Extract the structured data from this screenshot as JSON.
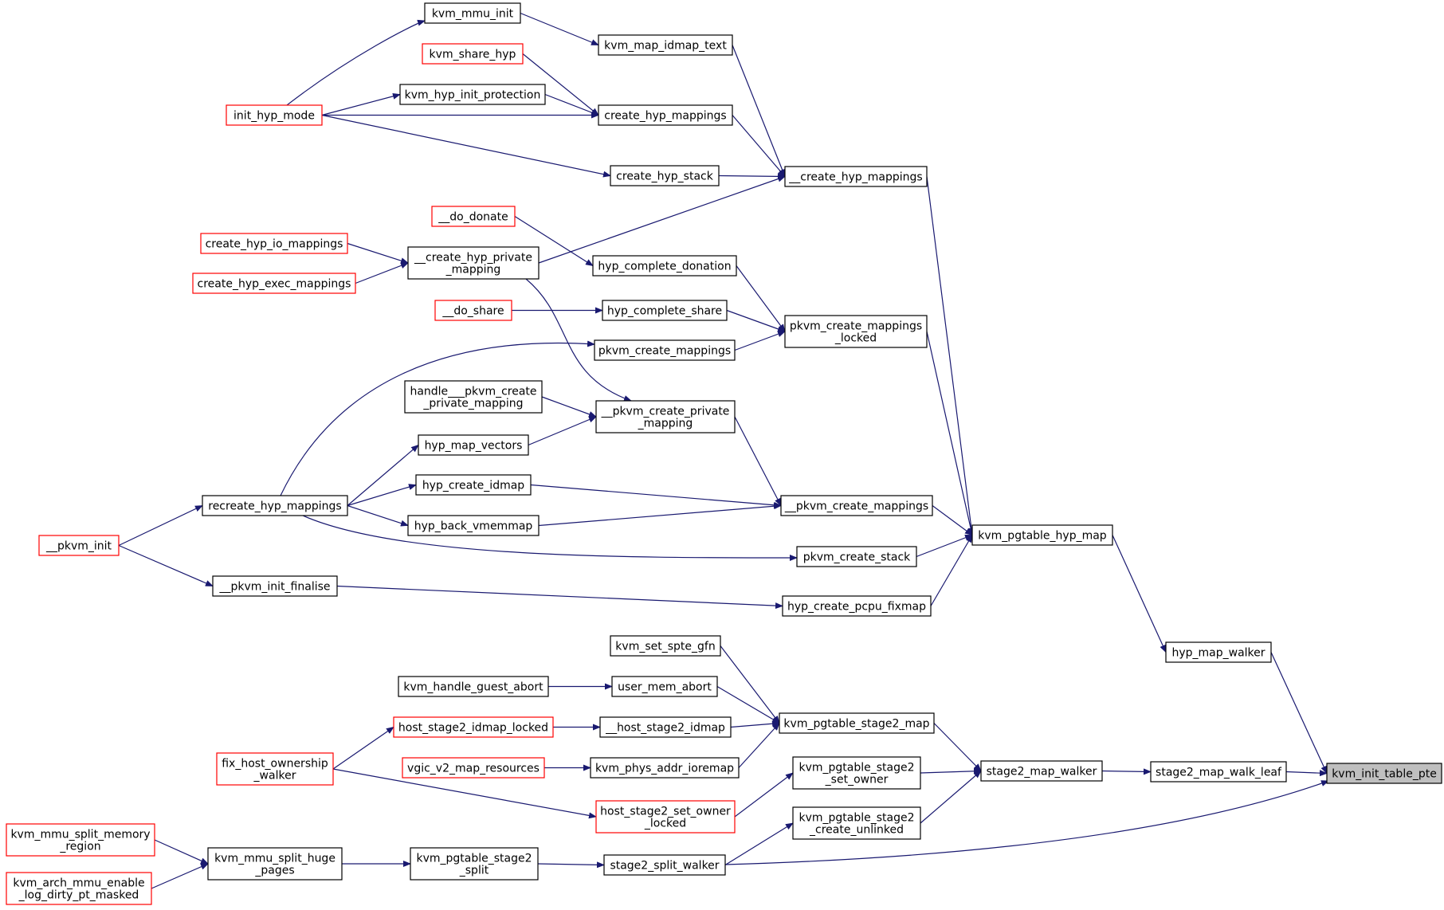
{
  "colors": {
    "node_border": "#000000",
    "external_border": "#ff0000",
    "focus_fill": "#bfbfbf",
    "edge": "#191970"
  },
  "nodes": [
    {
      "id": "kvm_init_table_pte",
      "lines": [
        "kvm_init_table_pte"
      ],
      "kind": "focus"
    },
    {
      "id": "hyp_map_walker",
      "lines": [
        "hyp_map_walker"
      ],
      "kind": "normal"
    },
    {
      "id": "stage2_map_walk_leaf",
      "lines": [
        "stage2_map_walk_leaf"
      ],
      "kind": "normal"
    },
    {
      "id": "stage2_split_walker",
      "lines": [
        "stage2_split_walker"
      ],
      "kind": "normal"
    },
    {
      "id": "kvm_pgtable_hyp_map",
      "lines": [
        "kvm_pgtable_hyp_map"
      ],
      "kind": "normal"
    },
    {
      "id": "stage2_map_walker",
      "lines": [
        "stage2_map_walker"
      ],
      "kind": "normal"
    },
    {
      "id": "__create_hyp_mappings",
      "lines": [
        "__create_hyp_mappings"
      ],
      "kind": "normal"
    },
    {
      "id": "pkvm_create_mappings_locked",
      "lines": [
        "pkvm_create_mappings",
        "_locked"
      ],
      "kind": "normal"
    },
    {
      "id": "__pkvm_create_mappings",
      "lines": [
        "__pkvm_create_mappings"
      ],
      "kind": "normal"
    },
    {
      "id": "pkvm_create_stack",
      "lines": [
        "pkvm_create_stack"
      ],
      "kind": "normal"
    },
    {
      "id": "hyp_create_pcpu_fixmap",
      "lines": [
        "hyp_create_pcpu_fixmap"
      ],
      "kind": "normal"
    },
    {
      "id": "kvm_pgtable_stage2_map",
      "lines": [
        "kvm_pgtable_stage2_map"
      ],
      "kind": "normal"
    },
    {
      "id": "kvm_pgtable_stage2_set_owner",
      "lines": [
        "kvm_pgtable_stage2",
        "_set_owner"
      ],
      "kind": "normal"
    },
    {
      "id": "kvm_pgtable_stage2_create_unlinked",
      "lines": [
        "kvm_pgtable_stage2",
        "_create_unlinked"
      ],
      "kind": "normal"
    },
    {
      "id": "kvm_mmu_init",
      "lines": [
        "kvm_mmu_init"
      ],
      "kind": "normal"
    },
    {
      "id": "kvm_map_idmap_text",
      "lines": [
        "kvm_map_idmap_text"
      ],
      "kind": "normal"
    },
    {
      "id": "kvm_share_hyp",
      "lines": [
        "kvm_share_hyp"
      ],
      "kind": "external"
    },
    {
      "id": "kvm_hyp_init_protection",
      "lines": [
        "kvm_hyp_init_protection"
      ],
      "kind": "normal"
    },
    {
      "id": "create_hyp_mappings",
      "lines": [
        "create_hyp_mappings"
      ],
      "kind": "normal"
    },
    {
      "id": "init_hyp_mode",
      "lines": [
        "init_hyp_mode"
      ],
      "kind": "external"
    },
    {
      "id": "create_hyp_stack",
      "lines": [
        "create_hyp_stack"
      ],
      "kind": "normal"
    },
    {
      "id": "__do_donate",
      "lines": [
        "__do_donate"
      ],
      "kind": "external"
    },
    {
      "id": "__create_hyp_private_mapping",
      "lines": [
        "__create_hyp_private",
        "_mapping"
      ],
      "kind": "normal"
    },
    {
      "id": "create_hyp_io_mappings",
      "lines": [
        "create_hyp_io_mappings"
      ],
      "kind": "external"
    },
    {
      "id": "create_hyp_exec_mappings",
      "lines": [
        "create_hyp_exec_mappings"
      ],
      "kind": "external"
    },
    {
      "id": "hyp_complete_donation",
      "lines": [
        "hyp_complete_donation"
      ],
      "kind": "normal"
    },
    {
      "id": "__do_share",
      "lines": [
        "__do_share"
      ],
      "kind": "external"
    },
    {
      "id": "hyp_complete_share",
      "lines": [
        "hyp_complete_share"
      ],
      "kind": "normal"
    },
    {
      "id": "pkvm_create_mappings",
      "lines": [
        "pkvm_create_mappings"
      ],
      "kind": "normal"
    },
    {
      "id": "handle___pkvm_create_private_mapping",
      "lines": [
        "handle___pkvm_create",
        "_private_mapping"
      ],
      "kind": "normal"
    },
    {
      "id": "__pkvm_create_private_mapping",
      "lines": [
        "__pkvm_create_private",
        "_mapping"
      ],
      "kind": "normal"
    },
    {
      "id": "hyp_map_vectors",
      "lines": [
        "hyp_map_vectors"
      ],
      "kind": "normal"
    },
    {
      "id": "hyp_create_idmap",
      "lines": [
        "hyp_create_idmap"
      ],
      "kind": "normal"
    },
    {
      "id": "recreate_hyp_mappings",
      "lines": [
        "recreate_hyp_mappings"
      ],
      "kind": "normal"
    },
    {
      "id": "hyp_back_vmemmap",
      "lines": [
        "hyp_back_vmemmap"
      ],
      "kind": "normal"
    },
    {
      "id": "__pkvm_init",
      "lines": [
        "__pkvm_init"
      ],
      "kind": "external"
    },
    {
      "id": "__pkvm_init_finalise",
      "lines": [
        "__pkvm_init_finalise"
      ],
      "kind": "normal"
    },
    {
      "id": "kvm_set_spte_gfn",
      "lines": [
        "kvm_set_spte_gfn"
      ],
      "kind": "normal"
    },
    {
      "id": "kvm_handle_guest_abort",
      "lines": [
        "kvm_handle_guest_abort"
      ],
      "kind": "normal"
    },
    {
      "id": "user_mem_abort",
      "lines": [
        "user_mem_abort"
      ],
      "kind": "normal"
    },
    {
      "id": "host_stage2_idmap_locked",
      "lines": [
        "host_stage2_idmap_locked"
      ],
      "kind": "external"
    },
    {
      "id": "__host_stage2_idmap",
      "lines": [
        "__host_stage2_idmap"
      ],
      "kind": "normal"
    },
    {
      "id": "fix_host_ownership_walker",
      "lines": [
        "fix_host_ownership",
        "_walker"
      ],
      "kind": "external"
    },
    {
      "id": "vgic_v2_map_resources",
      "lines": [
        "vgic_v2_map_resources"
      ],
      "kind": "external"
    },
    {
      "id": "kvm_phys_addr_ioremap",
      "lines": [
        "kvm_phys_addr_ioremap"
      ],
      "kind": "normal"
    },
    {
      "id": "host_stage2_set_owner_locked",
      "lines": [
        "host_stage2_set_owner",
        "_locked"
      ],
      "kind": "external"
    },
    {
      "id": "kvm_mmu_split_memory_region",
      "lines": [
        "kvm_mmu_split_memory",
        "_region"
      ],
      "kind": "external"
    },
    {
      "id": "kvm_arch_mmu_enable_log_dirty_pt_masked",
      "lines": [
        "kvm_arch_mmu_enable",
        "_log_dirty_pt_masked"
      ],
      "kind": "external"
    },
    {
      "id": "kvm_mmu_split_huge_pages",
      "lines": [
        "kvm_mmu_split_huge",
        "_pages"
      ],
      "kind": "normal"
    },
    {
      "id": "kvm_pgtable_stage2_split",
      "lines": [
        "kvm_pgtable_stage2",
        "_split"
      ],
      "kind": "normal"
    }
  ],
  "edges": [
    {
      "from": "hyp_map_walker",
      "to": "kvm_init_table_pte"
    },
    {
      "from": "stage2_map_walk_leaf",
      "to": "kvm_init_table_pte"
    },
    {
      "from": "stage2_split_walker",
      "to": "kvm_init_table_pte"
    },
    {
      "from": "kvm_pgtable_hyp_map",
      "to": "hyp_map_walker"
    },
    {
      "from": "stage2_map_walker",
      "to": "stage2_map_walk_leaf"
    },
    {
      "from": "__create_hyp_mappings",
      "to": "kvm_pgtable_hyp_map"
    },
    {
      "from": "pkvm_create_mappings_locked",
      "to": "kvm_pgtable_hyp_map"
    },
    {
      "from": "__pkvm_create_mappings",
      "to": "kvm_pgtable_hyp_map"
    },
    {
      "from": "pkvm_create_stack",
      "to": "kvm_pgtable_hyp_map"
    },
    {
      "from": "hyp_create_pcpu_fixmap",
      "to": "kvm_pgtable_hyp_map"
    },
    {
      "from": "kvm_pgtable_stage2_map",
      "to": "stage2_map_walker"
    },
    {
      "from": "kvm_pgtable_stage2_set_owner",
      "to": "stage2_map_walker"
    },
    {
      "from": "kvm_pgtable_stage2_create_unlinked",
      "to": "stage2_map_walker"
    },
    {
      "from": "kvm_mmu_init",
      "to": "kvm_map_idmap_text"
    },
    {
      "from": "kvm_map_idmap_text",
      "to": "__create_hyp_mappings"
    },
    {
      "from": "init_hyp_mode",
      "to": "kvm_mmu_init"
    },
    {
      "from": "init_hyp_mode",
      "to": "kvm_hyp_init_protection"
    },
    {
      "from": "init_hyp_mode",
      "to": "create_hyp_mappings"
    },
    {
      "from": "init_hyp_mode",
      "to": "create_hyp_stack"
    },
    {
      "from": "kvm_share_hyp",
      "to": "create_hyp_mappings"
    },
    {
      "from": "kvm_hyp_init_protection",
      "to": "create_hyp_mappings"
    },
    {
      "from": "create_hyp_mappings",
      "to": "__create_hyp_mappings"
    },
    {
      "from": "create_hyp_stack",
      "to": "__create_hyp_mappings"
    },
    {
      "from": "__create_hyp_private_mapping",
      "to": "__create_hyp_mappings"
    },
    {
      "from": "create_hyp_io_mappings",
      "to": "__create_hyp_private_mapping"
    },
    {
      "from": "create_hyp_exec_mappings",
      "to": "__create_hyp_private_mapping"
    },
    {
      "from": "__create_hyp_private_mapping",
      "to": "__pkvm_create_private_mapping"
    },
    {
      "from": "__do_donate",
      "to": "hyp_complete_donation"
    },
    {
      "from": "hyp_complete_donation",
      "to": "pkvm_create_mappings_locked"
    },
    {
      "from": "__do_share",
      "to": "hyp_complete_share"
    },
    {
      "from": "hyp_complete_share",
      "to": "pkvm_create_mappings_locked"
    },
    {
      "from": "pkvm_create_mappings",
      "to": "pkvm_create_mappings_locked"
    },
    {
      "from": "recreate_hyp_mappings",
      "to": "pkvm_create_mappings"
    },
    {
      "from": "handle___pkvm_create_private_mapping",
      "to": "__pkvm_create_private_mapping"
    },
    {
      "from": "hyp_map_vectors",
      "to": "__pkvm_create_private_mapping"
    },
    {
      "from": "__pkvm_create_private_mapping",
      "to": "__pkvm_create_mappings"
    },
    {
      "from": "recreate_hyp_mappings",
      "to": "hyp_map_vectors"
    },
    {
      "from": "recreate_hyp_mappings",
      "to": "hyp_create_idmap"
    },
    {
      "from": "recreate_hyp_mappings",
      "to": "hyp_back_vmemmap"
    },
    {
      "from": "recreate_hyp_mappings",
      "to": "pkvm_create_stack"
    },
    {
      "from": "hyp_create_idmap",
      "to": "__pkvm_create_mappings"
    },
    {
      "from": "hyp_back_vmemmap",
      "to": "__pkvm_create_mappings"
    },
    {
      "from": "__pkvm_init",
      "to": "recreate_hyp_mappings"
    },
    {
      "from": "__pkvm_init",
      "to": "__pkvm_init_finalise"
    },
    {
      "from": "__pkvm_init_finalise",
      "to": "hyp_create_pcpu_fixmap"
    },
    {
      "from": "kvm_set_spte_gfn",
      "to": "kvm_pgtable_stage2_map"
    },
    {
      "from": "user_mem_abort",
      "to": "kvm_pgtable_stage2_map"
    },
    {
      "from": "kvm_handle_guest_abort",
      "to": "user_mem_abort"
    },
    {
      "from": "__host_stage2_idmap",
      "to": "kvm_pgtable_stage2_map"
    },
    {
      "from": "host_stage2_idmap_locked",
      "to": "__host_stage2_idmap"
    },
    {
      "from": "fix_host_ownership_walker",
      "to": "host_stage2_idmap_locked"
    },
    {
      "from": "fix_host_ownership_walker",
      "to": "host_stage2_set_owner_locked"
    },
    {
      "from": "kvm_phys_addr_ioremap",
      "to": "kvm_pgtable_stage2_map"
    },
    {
      "from": "vgic_v2_map_resources",
      "to": "kvm_phys_addr_ioremap"
    },
    {
      "from": "host_stage2_set_owner_locked",
      "to": "kvm_pgtable_stage2_set_owner"
    },
    {
      "from": "stage2_split_walker",
      "to": "kvm_pgtable_stage2_create_unlinked"
    },
    {
      "from": "kvm_pgtable_stage2_split",
      "to": "stage2_split_walker"
    },
    {
      "from": "kvm_mmu_split_huge_pages",
      "to": "kvm_pgtable_stage2_split"
    },
    {
      "from": "kvm_mmu_split_memory_region",
      "to": "kvm_mmu_split_huge_pages"
    },
    {
      "from": "kvm_arch_mmu_enable_log_dirty_pt_masked",
      "to": "kvm_mmu_split_huge_pages"
    }
  ]
}
